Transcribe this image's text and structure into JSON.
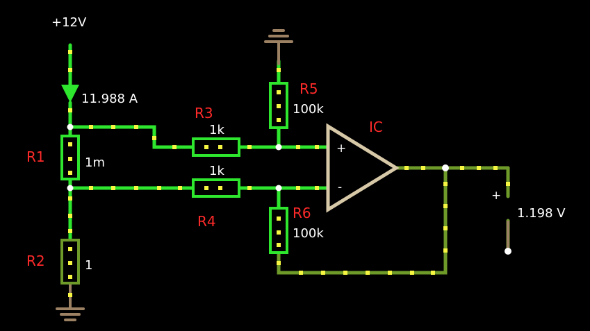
{
  "colors": {
    "background": "#000000",
    "wire_active": "#2ee62e",
    "wire_dim": "#6e9a2a",
    "current_dots": "#f5f542",
    "ground": "#9c8163",
    "opamp": "#d7c9a8",
    "label": "#ff2a2a",
    "value_text": "#ffffff"
  },
  "supply": {
    "label": "+12V",
    "current": "11.988 A"
  },
  "resistors": {
    "r1": {
      "name": "R1",
      "value": "1m"
    },
    "r2": {
      "name": "R2",
      "value": "1"
    },
    "r3": {
      "name": "R3",
      "value": "1k"
    },
    "r4": {
      "name": "R4",
      "value": "1k"
    },
    "r5": {
      "name": "R5",
      "value": "100k"
    },
    "r6": {
      "name": "R6",
      "value": "100k"
    }
  },
  "opamp": {
    "name": "IC",
    "plus": "+",
    "minus": "-"
  },
  "output": {
    "plus": "+",
    "voltage": "1.198 V"
  },
  "icons": [
    "ground-symbol-icon",
    "arrow-current-icon",
    "opamp-triangle-icon",
    "voltmeter-probe-icon"
  ]
}
